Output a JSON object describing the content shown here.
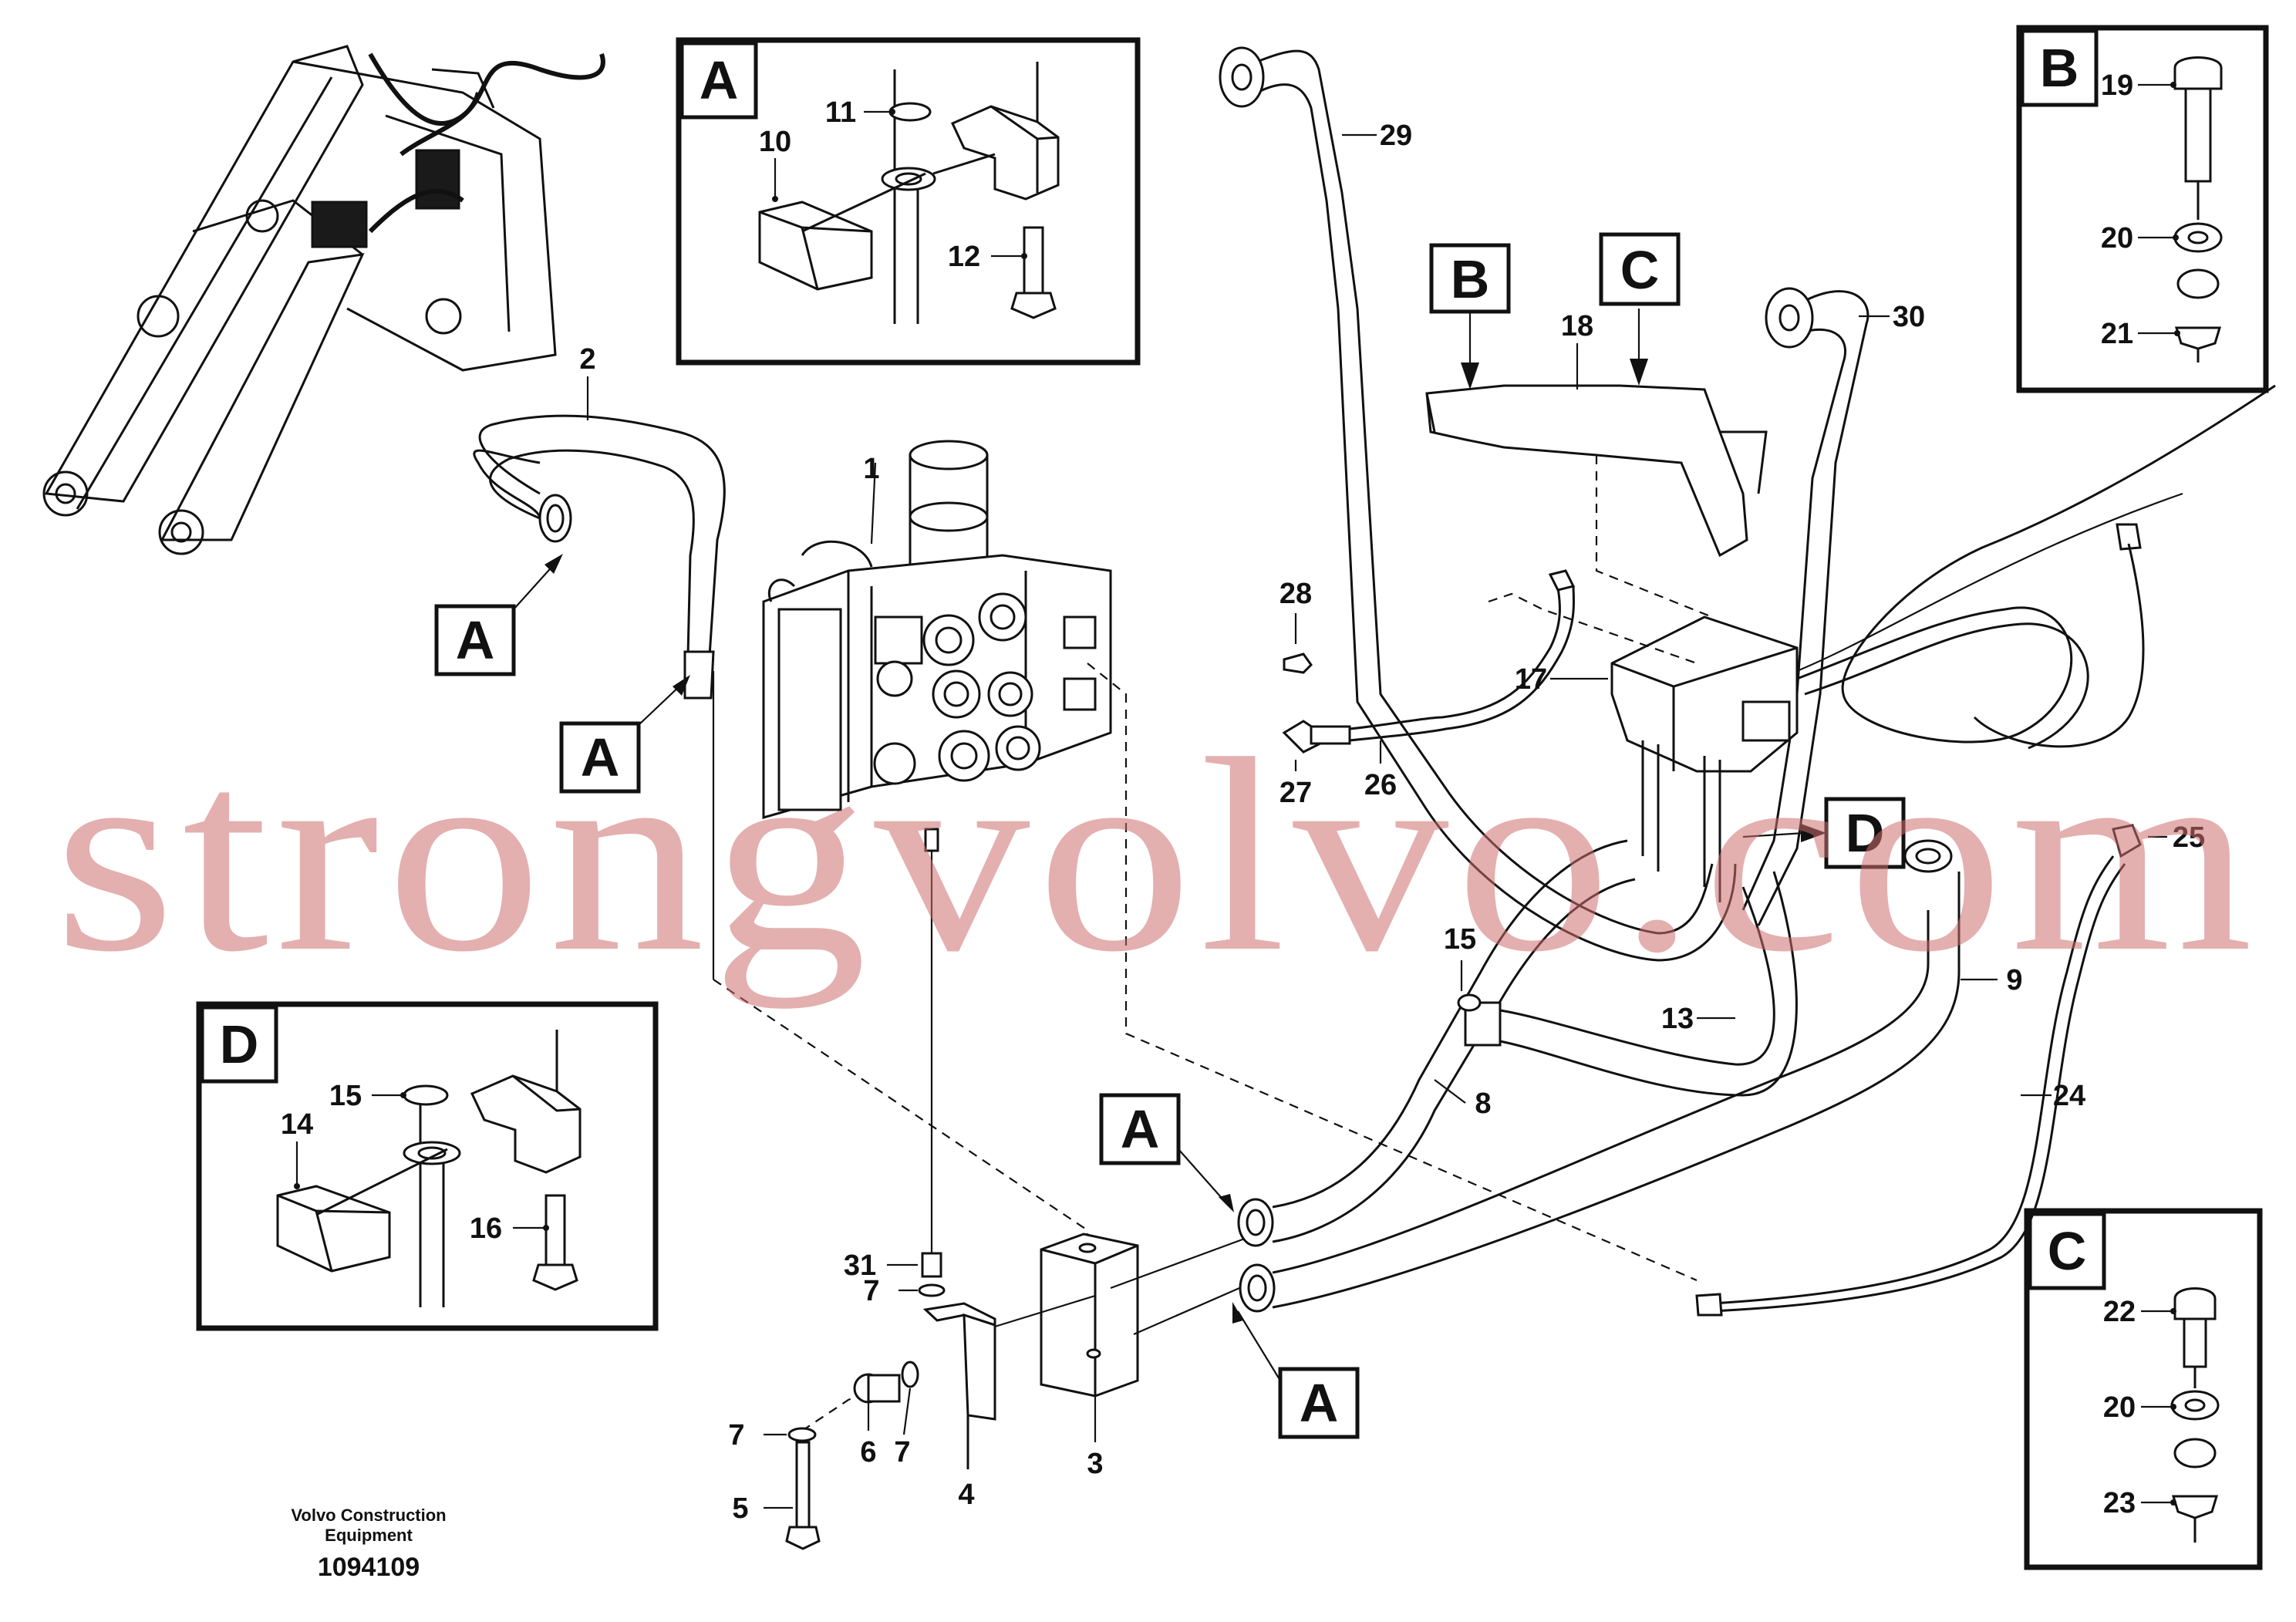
{
  "views": {
    "a": "A",
    "b": "B",
    "c": "C",
    "d": "D"
  },
  "view_tags": {
    "a": "A",
    "b": "B",
    "c": "C",
    "d": "D"
  },
  "callouts": {
    "p1": "1",
    "p2": "2",
    "p3": "3",
    "p4": "4",
    "p5": "5",
    "p6": "6",
    "p7": "7",
    "p8": "8",
    "p9": "9",
    "p10": "10",
    "p11": "11",
    "p12": "12",
    "p13": "13",
    "p14": "14",
    "p15": "15",
    "p16": "16",
    "p17": "17",
    "p18": "18",
    "p19": "19",
    "p20": "20",
    "p21": "21",
    "p22": "22",
    "p23": "23",
    "p24": "24",
    "p25": "25",
    "p26": "26",
    "p27": "27",
    "p28": "28",
    "p29": "29",
    "p30": "30",
    "p31": "31"
  },
  "watermark": "strongvolvo.com",
  "footer": {
    "line1": "Volvo Construction",
    "line2": "Equipment",
    "drawing_number": "1094109"
  }
}
